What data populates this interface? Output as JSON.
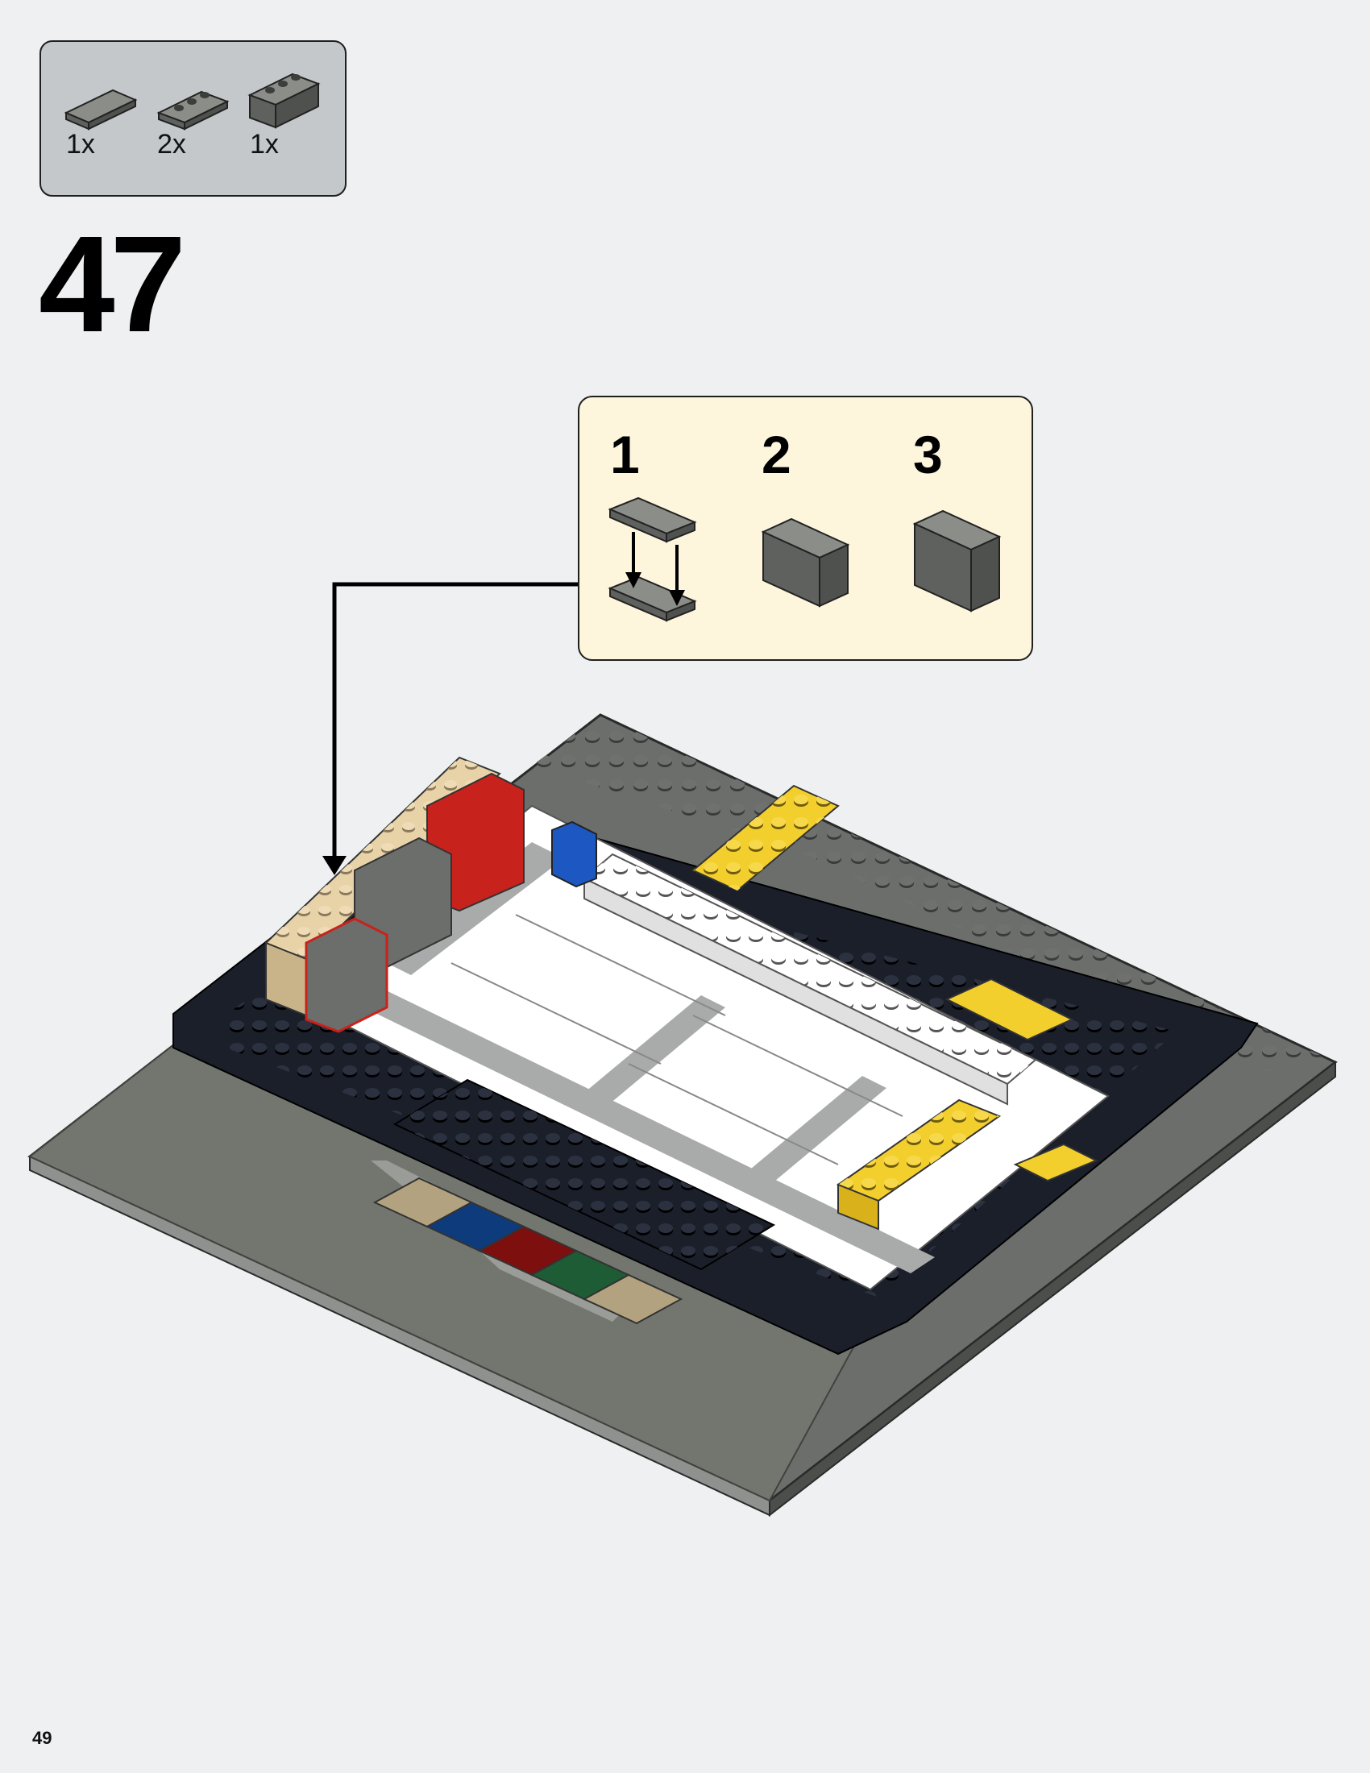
{
  "parts_list": {
    "items": [
      {
        "part": "plate-1x4-dark-bluish-gray",
        "qty": "1x"
      },
      {
        "part": "plate-1x3-dark-bluish-gray",
        "qty": "2x"
      },
      {
        "part": "brick-1x3-dark-bluish-gray",
        "qty": "1x"
      }
    ]
  },
  "step": {
    "number": "47"
  },
  "sub_assembly": {
    "steps": [
      "1",
      "2",
      "3"
    ]
  },
  "colors": {
    "page_bg": "#eef0f2",
    "parts_callout_bg": "#c4c8cb",
    "sub_callout_bg": "#fdf5dc",
    "dark_bluish_gray": "#6b6e6a",
    "black": "#1b1f2a",
    "tan": "#e8d3a9",
    "red": "#c8221c",
    "yellow": "#f3cf2d",
    "white": "#ffffff",
    "light_gray": "#a9abab",
    "blue": "#1d57c2"
  },
  "page": {
    "number": "49"
  }
}
